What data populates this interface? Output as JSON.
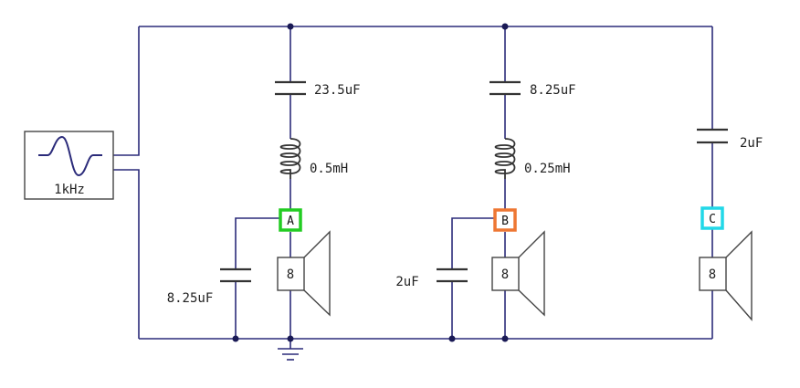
{
  "source": {
    "frequency": "1kHz"
  },
  "branches": [
    {
      "capacitor": "23.5uF",
      "inductor": "0.5mH",
      "probe": "A",
      "probe_color": "#22cc22",
      "shunt_capacitor": "8.25uF",
      "speaker": "8"
    },
    {
      "capacitor": "8.25uF",
      "inductor": "0.25mH",
      "probe": "B",
      "probe_color": "#ee7733",
      "shunt_capacitor": "2uF",
      "speaker": "8"
    },
    {
      "capacitor": "2uF",
      "probe": "C",
      "probe_color": "#22d8e8",
      "speaker": "8"
    }
  ],
  "colors": {
    "wire": "#2b2b7a",
    "component": "#333333"
  }
}
